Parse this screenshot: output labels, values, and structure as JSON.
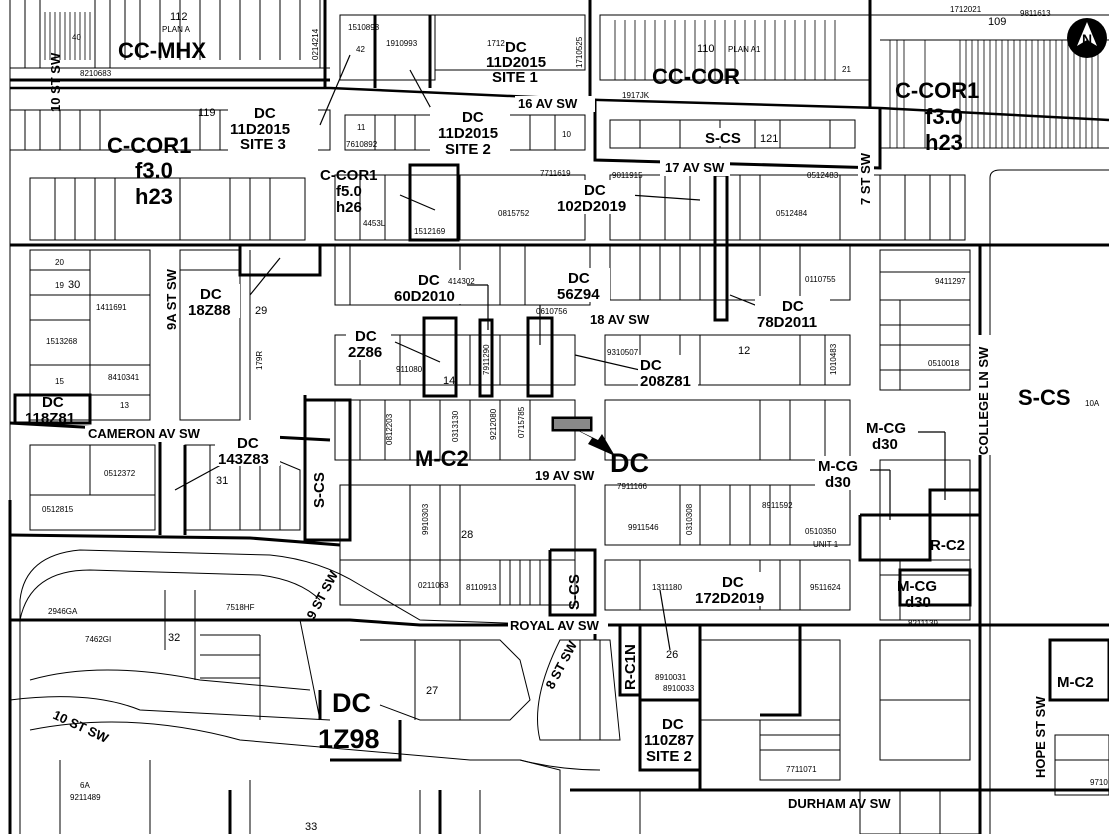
{
  "map": {
    "north_label": "N",
    "zones": {
      "cc_mhx": "CC-MHX",
      "cc_cor": "CC-COR",
      "c_cor1_left": [
        "C-COR1",
        "f3.0",
        "h23"
      ],
      "c_cor1_right": [
        "C-COR1",
        "f3.0",
        "h23"
      ],
      "c_cor1_mid": [
        "C-COR1",
        "f5.0",
        "h26"
      ],
      "dc_11d2015_site1": [
        "DC",
        "11D2015",
        "SITE 1"
      ],
      "dc_11d2015_site2": [
        "DC",
        "11D2015",
        "SITE 2"
      ],
      "dc_11d2015_site3": [
        "DC",
        "11D2015",
        "SITE 3"
      ],
      "dc_102d2019": [
        "DC",
        "102D2019"
      ],
      "s_cs_top": "S-CS",
      "dc_18z88": [
        "DC",
        "18Z88"
      ],
      "dc_60d2010": [
        "DC",
        "60D2010"
      ],
      "dc_56z94": [
        "DC",
        "56Z94"
      ],
      "dc_78d2011": [
        "DC",
        "78D2011"
      ],
      "dc_2z86": [
        "DC",
        "2Z86"
      ],
      "dc_208z81": [
        "DC",
        "208Z81"
      ],
      "dc_118z81": [
        "DC",
        "118Z81"
      ],
      "dc_143z83": [
        "DC",
        "143Z83"
      ],
      "m_c2_center": "M-C2",
      "dc_big": "DC",
      "s_cs_vertical": "S-CS",
      "s_cs_small": "S-CS",
      "m_cg_d30_a": [
        "M-CG",
        "d30"
      ],
      "m_cg_d30_b": [
        "M-CG",
        "d30"
      ],
      "m_cg_d30_c": [
        "M-CG",
        "d30"
      ],
      "r_c2": "R-C2",
      "s_cs_right": "S-CS",
      "dc_172d2019": [
        "DC",
        "172D2019"
      ],
      "r_c1n": "R-C1N",
      "dc_1z98": [
        "DC",
        "1Z98"
      ],
      "dc_110z87": [
        "DC",
        "110Z87",
        "SITE 2"
      ],
      "m_c2_right": "M-C2"
    },
    "streets": {
      "av16": "16 AV SW",
      "av17": "17 AV SW",
      "av18": "18 AV SW",
      "av19": "19 AV SW",
      "cameron": "CAMERON AV SW",
      "royal": "ROYAL AV SW",
      "durham": "DURHAM AV SW",
      "st10_top": "10 ST SW",
      "st10_bottom": "10 ST SW",
      "st9a": "9A ST SW",
      "st9": "9 ST SW",
      "st8": "8 ST SW",
      "st7": "7 ST SW",
      "college": "COLLEGE LN SW",
      "hope": "HOPE ST SW"
    },
    "lots": {
      "l112": "112",
      "plan_a": "PLAN A",
      "l8210683": "8210683",
      "l40": "40",
      "l1510893": "1510893",
      "l42": "42",
      "l1910993": "1910993",
      "l0214214": "0214214",
      "l1712": "1712",
      "l1710525": "1710525",
      "l110": "110",
      "plan_a1": "PLAN A1",
      "l1917jk": "1917JK",
      "l21": "21",
      "l109": "109",
      "l9811613": "9811613",
      "l1712021": "1712021",
      "l119": "119",
      "l7610892": "7610892",
      "l11": "11",
      "l10": "10",
      "l121": "121",
      "l7711619": "7711619",
      "l9011915": "9011915",
      "l0512483": "0512483",
      "l0815752": "0815752",
      "l4453l": "4453L",
      "l1512169": "1512169",
      "l0512484": "0512484",
      "l20": "20",
      "l19": "19",
      "l30": "30",
      "l1411691": "1411691",
      "l1513268": "1513268",
      "l8410341": "8410341",
      "l15": "15",
      "l13": "13",
      "l29": "29",
      "l179r": "179R",
      "l414302": "414302",
      "l0610756": "0610756",
      "l0110755": "0110755",
      "l9411297": "9411297",
      "l911080": "911080",
      "l14": "14",
      "l7911290": "7911290",
      "l9310507": "9310507",
      "l12": "12",
      "l1010483": "1010483",
      "l0510018": "0510018",
      "l0512372": "0512372",
      "l31": "31",
      "l0512815": "0512815",
      "l0812203": "0812203",
      "l0313130": "0313130",
      "l9212080": "9212080",
      "l0715785": "0715785",
      "l7911166": "7911166",
      "l9910303": "9910303",
      "l28": "28",
      "l9911546": "9911546",
      "l0310308": "0310308",
      "l8911592": "8911592",
      "l0510350": "0510350",
      "unit1": "UNIT 1",
      "l0211063": "0211063",
      "l8110913": "8110913",
      "l2946ga": "2946GA",
      "l7518hf": "7518HF",
      "l7462gi": "7462GI",
      "l32": "32",
      "l1311180": "1311180",
      "l9511624": "9511624",
      "l8211139": "8211139",
      "l8910031": "8910031",
      "l8910033": "8910033",
      "l27": "27",
      "l26": "26",
      "l7711071": "7711071",
      "l9211489": "9211489",
      "l6a": "6A",
      "l33": "33",
      "l10a": "10A",
      "l9710": "9710"
    }
  }
}
